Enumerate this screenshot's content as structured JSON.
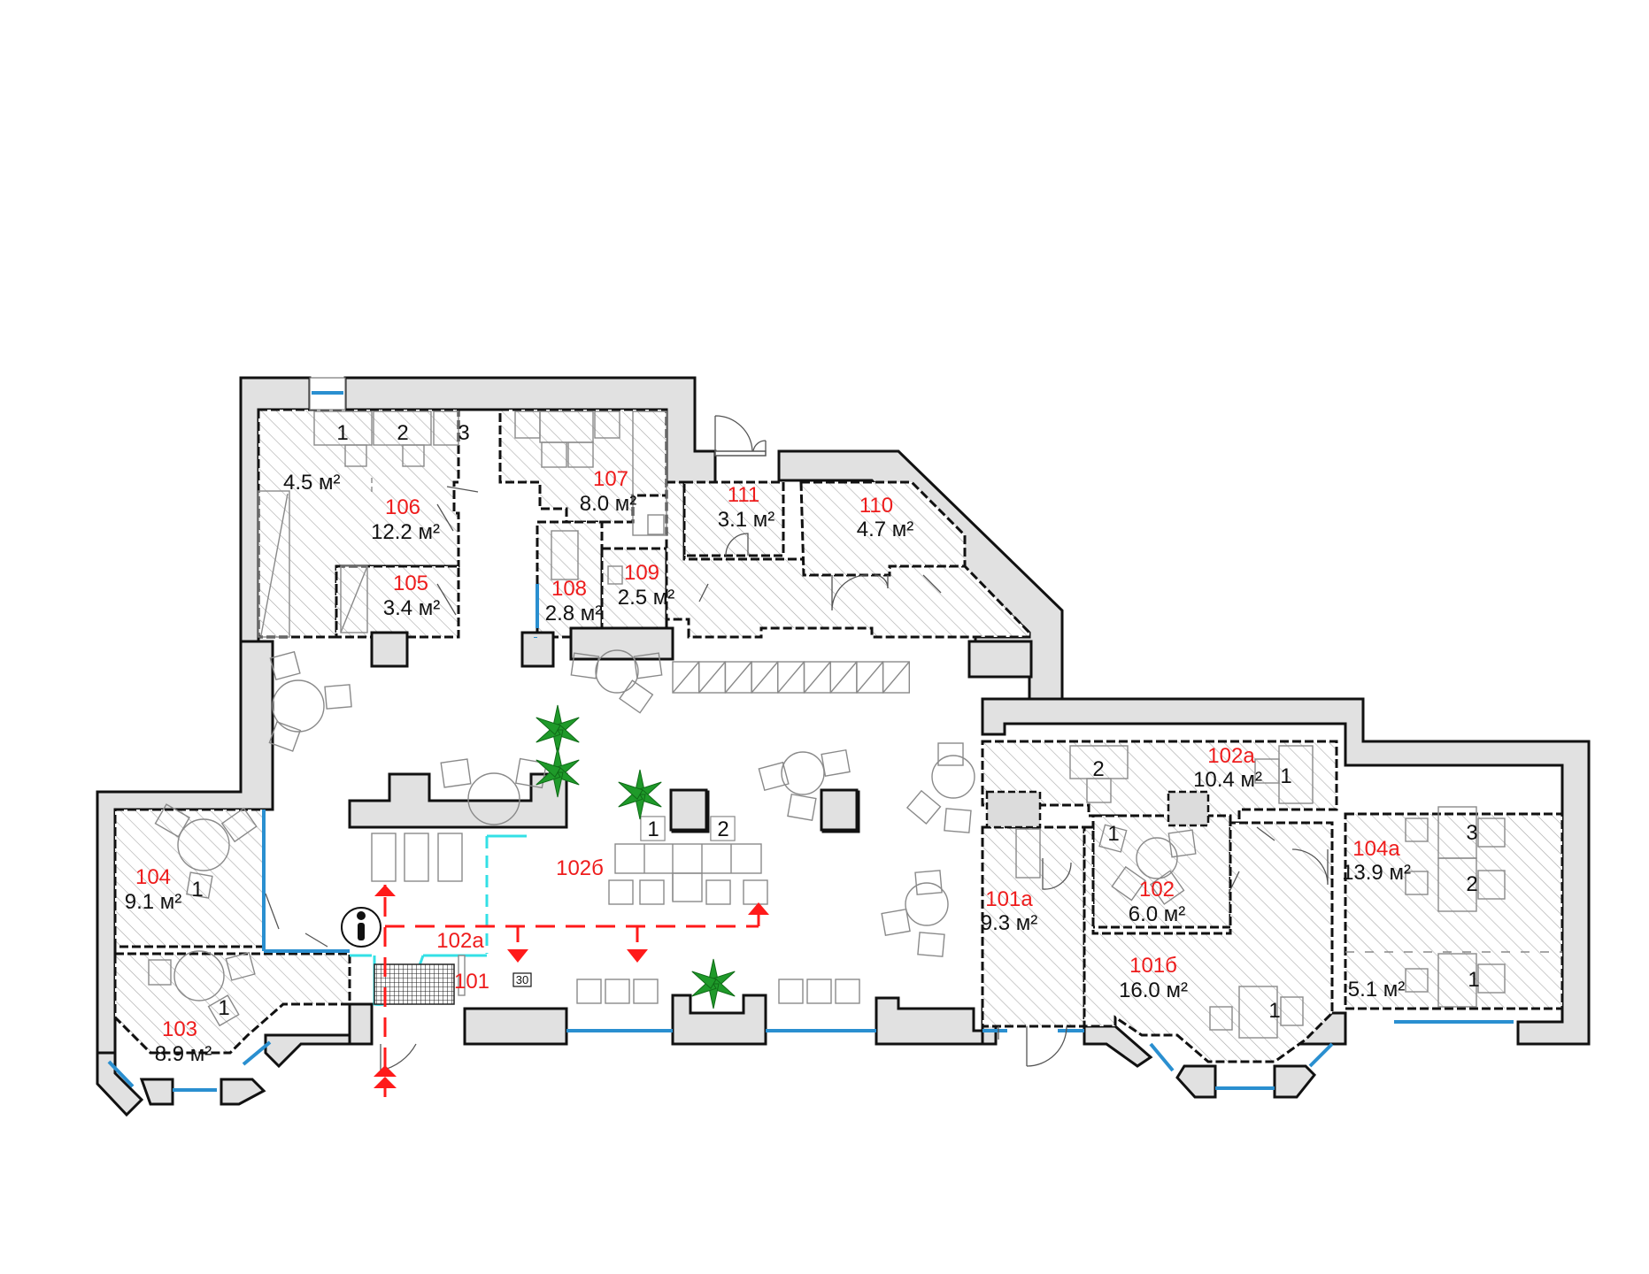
{
  "plan": {
    "title": "Floor plan",
    "rooms": [
      {
        "id": "106",
        "area": "12.2 м²",
        "sub_area": "4.5 м²"
      },
      {
        "id": "107",
        "area": "8.0 м²"
      },
      {
        "id": "105",
        "area": "3.4 м²"
      },
      {
        "id": "108",
        "area": "2.8 м²"
      },
      {
        "id": "109",
        "area": "2.5 м²"
      },
      {
        "id": "111",
        "area": "3.1 м²"
      },
      {
        "id": "110",
        "area": "4.7 м²"
      },
      {
        "id": "104",
        "area": "9.1 м²"
      },
      {
        "id": "103",
        "area": "8.9 м²"
      },
      {
        "id": "101",
        "area": ""
      },
      {
        "id": "102а",
        "area": ""
      },
      {
        "id": "102б",
        "area": ""
      },
      {
        "id": "102а",
        "area": "10.4 м²"
      },
      {
        "id": "101а",
        "area": "9.3 м²"
      },
      {
        "id": "102",
        "area": "6.0 м²"
      },
      {
        "id": "101б",
        "area": "16.0 м²"
      },
      {
        "id": "104а",
        "area": "13.9 м²",
        "sub_area": "5.1 м²"
      }
    ],
    "seat_numbers": {
      "room106": [
        "1",
        "2",
        "3"
      ],
      "room104": "1",
      "room103": "1",
      "hall": [
        "1",
        "2"
      ],
      "room102a": [
        "2",
        "1"
      ],
      "room102": "1",
      "room101b": "1",
      "room104a": [
        "3",
        "2",
        "1"
      ]
    },
    "capacity_tag": "30",
    "info_symbol": "i",
    "colors": {
      "room_number": "#ee1c1c",
      "wall_fill": "#e1e1e1",
      "window": "#2a8fd0",
      "evacuation_route": "#ff1a1a",
      "glass_partition": "#33e0e6",
      "plant": "#1f9a2a"
    },
    "icons": [
      "info-icon",
      "evacuation-arrow-icon",
      "exit-arrow-icon",
      "plant-icon",
      "door-swing-icon",
      "window-icon"
    ]
  }
}
